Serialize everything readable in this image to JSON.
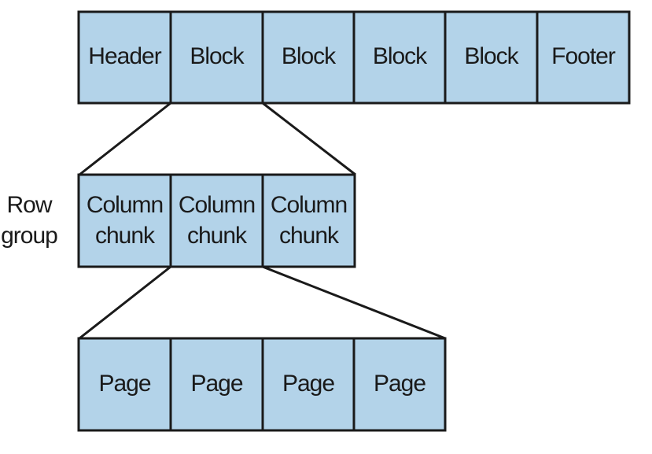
{
  "file_layout": {
    "cells": [
      "Header",
      "Block",
      "Block",
      "Block",
      "Block",
      "Footer"
    ],
    "expanded_index": 1
  },
  "row_group": {
    "label_lines": [
      "Row",
      "group"
    ],
    "cells": [
      [
        "Column",
        "chunk"
      ],
      [
        "Column",
        "chunk"
      ],
      [
        "Column",
        "chunk"
      ]
    ],
    "expanded_index": 1
  },
  "column_chunk": {
    "cells": [
      "Page",
      "Page",
      "Page",
      "Page"
    ]
  },
  "colors": {
    "cell_fill": "#b3d3e9",
    "stroke": "#1a1a1a"
  }
}
